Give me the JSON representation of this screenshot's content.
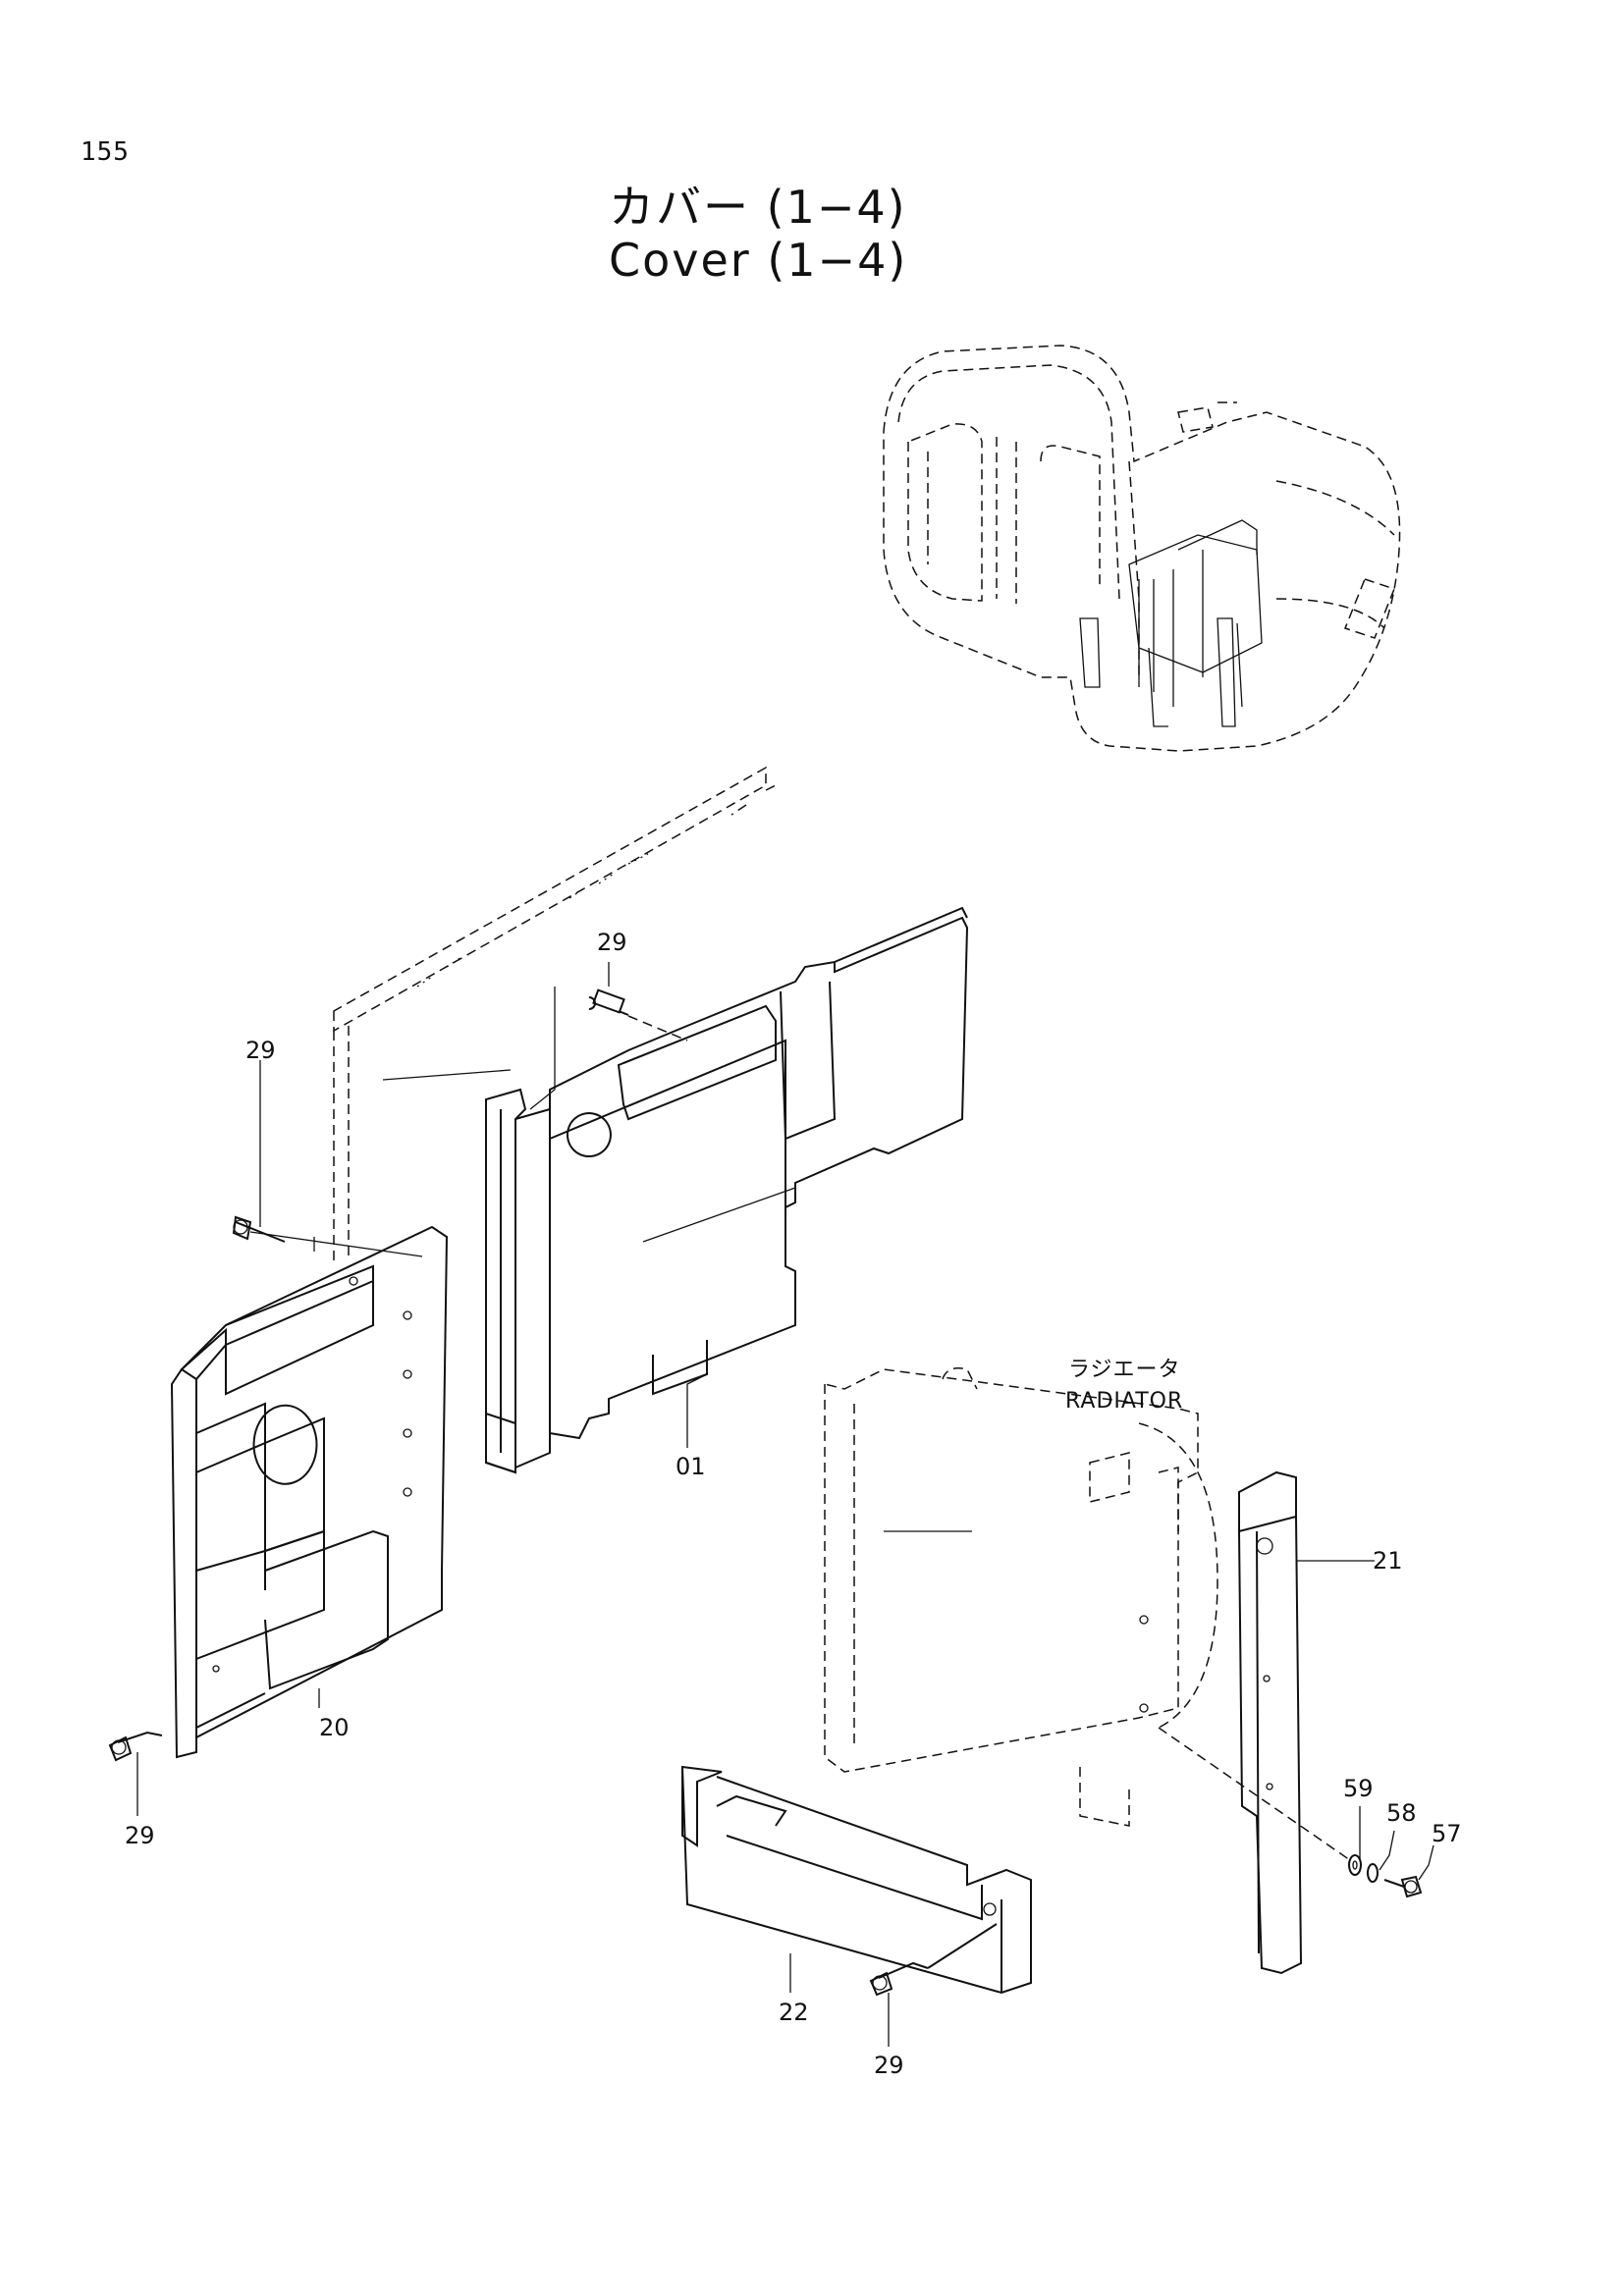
{
  "page": {
    "number": "155"
  },
  "title": {
    "japanese": "カバー (1−4)",
    "english": "Cover (1−4)"
  },
  "labels": {
    "radiator_ja": "ラジエータ",
    "radiator_en": "RADIATOR"
  },
  "callouts": {
    "c29_top": "29",
    "c29_left": "29",
    "c29_bottom_left": "29",
    "c29_bottom": "29",
    "c01": "01",
    "c20": "20",
    "c21": "21",
    "c22": "22",
    "c57": "57",
    "c58": "58",
    "c59": "59"
  }
}
